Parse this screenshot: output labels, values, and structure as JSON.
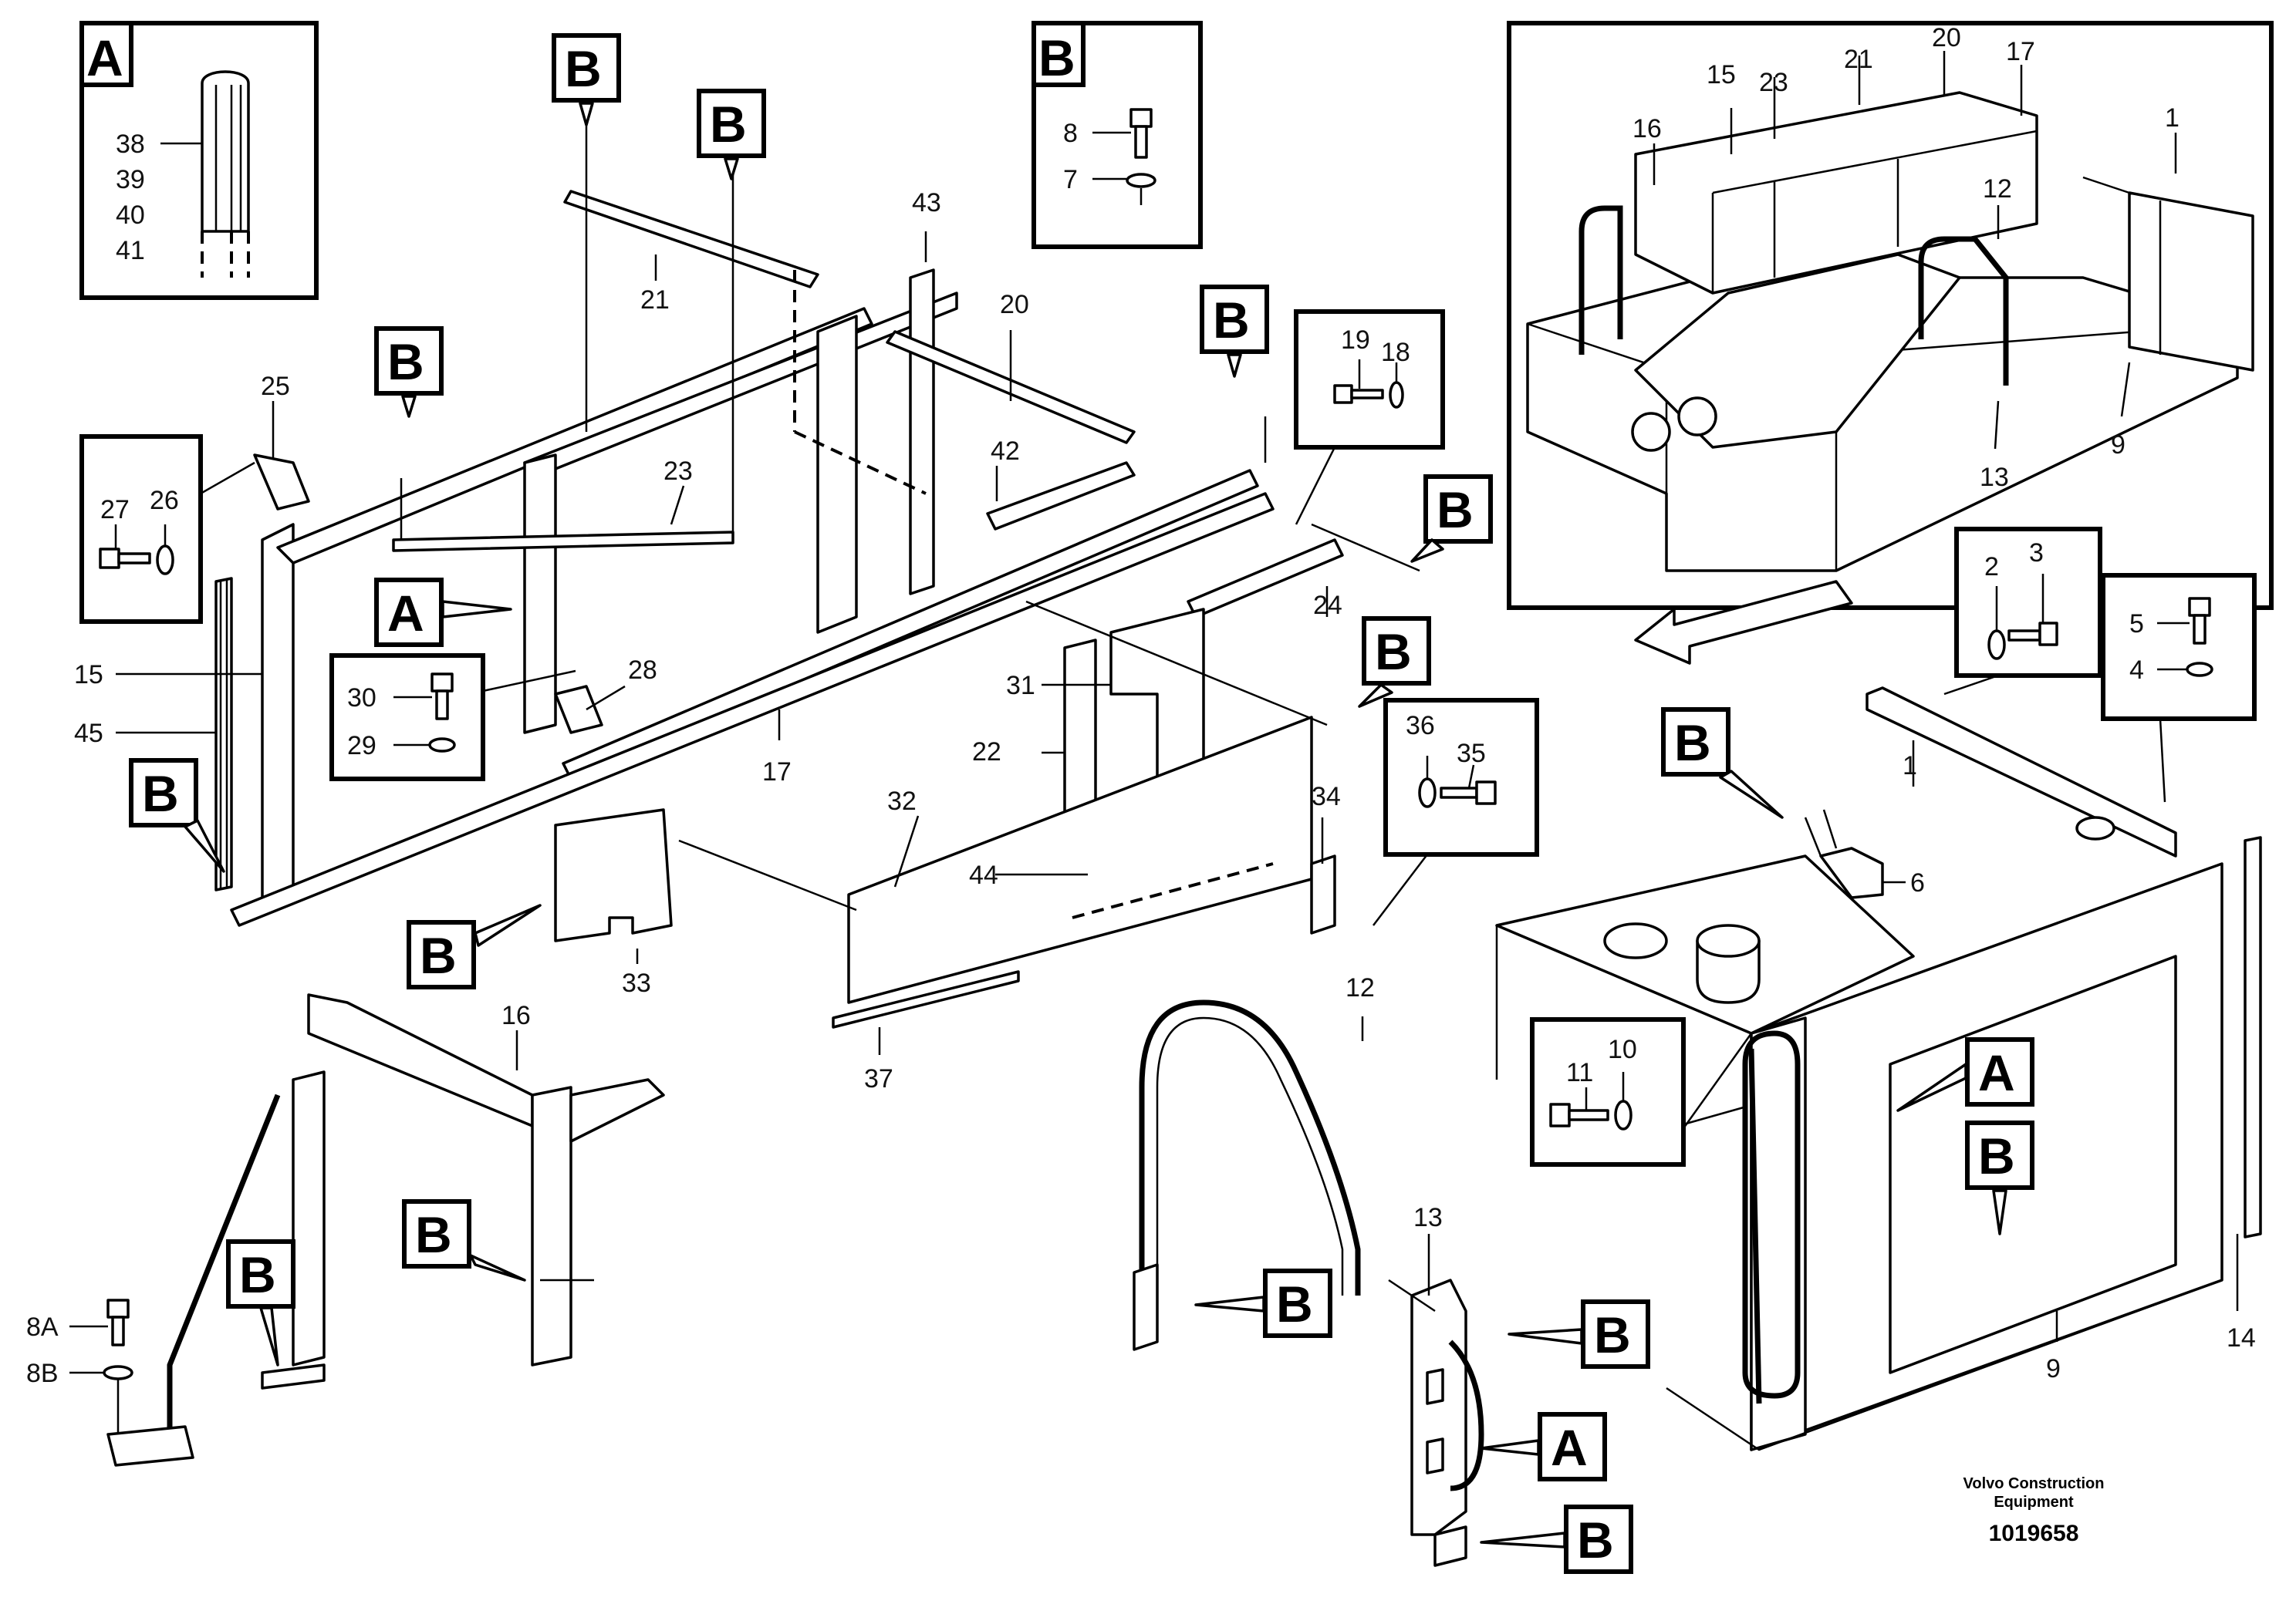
{
  "callouts": {
    "A": "A",
    "B": "B"
  },
  "part_numbers": {
    "p1": "1",
    "p2": "2",
    "p3": "3",
    "p4": "4",
    "p5": "5",
    "p6": "6",
    "p7": "7",
    "p8": "8",
    "p8A": "8A",
    "p8B": "8B",
    "p9": "9",
    "p10": "10",
    "p11": "11",
    "p12": "12",
    "p13": "13",
    "p14": "14",
    "p15": "15",
    "p16": "16",
    "p17": "17",
    "p18": "18",
    "p19": "19",
    "p20": "20",
    "p21": "21",
    "p22": "22",
    "p23": "23",
    "p24": "24",
    "p25": "25",
    "p26": "26",
    "p27": "27",
    "p28": "28",
    "p29": "29",
    "p30": "30",
    "p31": "31",
    "p32": "32",
    "p33": "33",
    "p34": "34",
    "p35": "35",
    "p36": "36",
    "p37": "37",
    "p38": "38",
    "p39": "39",
    "p40": "40",
    "p41": "41",
    "p42": "42",
    "p43": "43",
    "p44": "44",
    "p45": "45"
  },
  "credit": {
    "line1": "Volvo Construction",
    "line2": "Equipment",
    "drawing_number": "1019658"
  }
}
